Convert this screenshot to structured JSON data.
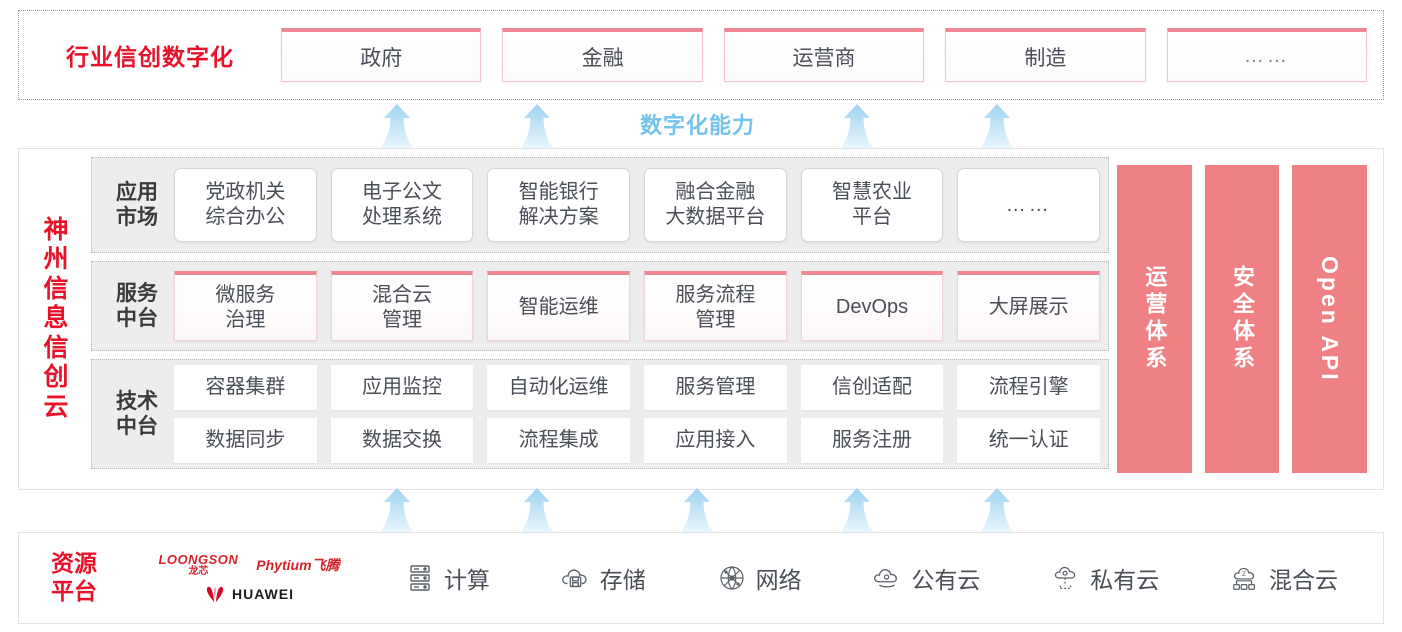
{
  "industry": {
    "title": "行业信创数字化",
    "cards": [
      "政府",
      "金融",
      "运营商",
      "制造",
      "……"
    ]
  },
  "capability": {
    "label": "数字化能力",
    "arrow_count": 4,
    "color": "#74c2ee"
  },
  "cloud": {
    "title_chars": [
      "神",
      "州",
      "信",
      "息",
      "信",
      "创",
      "云"
    ],
    "accent_red": "#e8132a",
    "layers": [
      {
        "label_lines": [
          "应用",
          "市场"
        ],
        "style": "app",
        "cells": [
          "党政机关\n综合办公",
          "电子公文\n处理系统",
          "智能银行\n解决方案",
          "融合金融\n大数据平台",
          "智慧农业\n平台",
          "……"
        ]
      },
      {
        "label_lines": [
          "服务",
          "中台"
        ],
        "style": "svc",
        "cells": [
          "微服务\n治理",
          "混合云\n管理",
          "智能运维",
          "服务流程\n管理",
          "DevOps",
          "大屏展示"
        ]
      },
      {
        "label_lines": [
          "技术",
          "中台"
        ],
        "style": "tech",
        "rows": [
          [
            "容器集群",
            "应用监控",
            "自动化运维",
            "服务管理",
            "信创适配",
            "流程引擎"
          ],
          [
            "数据同步",
            "数据交换",
            "流程集成",
            "应用接入",
            "服务注册",
            "统一认证"
          ]
        ]
      }
    ],
    "pillars": [
      {
        "text": "运营体系",
        "latin": false
      },
      {
        "text": "安全体系",
        "latin": false
      },
      {
        "text": "Open API",
        "latin": true
      }
    ],
    "pillar_color": "#ef8084"
  },
  "bottom_arrows": {
    "count": 5
  },
  "resource": {
    "title_lines": [
      "资源",
      "平台"
    ],
    "vendors": [
      {
        "name": "LOONGSON",
        "cn": "龙芯",
        "icon": "loongson-logo"
      },
      {
        "name": "Phytium飞腾",
        "icon": "phytium-logo"
      },
      {
        "name": "HUAWEI",
        "icon": "huawei-logo"
      }
    ],
    "items": [
      {
        "label": "计算",
        "icon": "server-rack-icon"
      },
      {
        "label": "存储",
        "icon": "cloud-storage-icon"
      },
      {
        "label": "网络",
        "icon": "network-nodes-icon"
      },
      {
        "label": "公有云",
        "icon": "public-cloud-icon"
      },
      {
        "label": "私有云",
        "icon": "private-cloud-icon"
      },
      {
        "label": "混合云",
        "icon": "hybrid-cloud-icon"
      }
    ]
  }
}
